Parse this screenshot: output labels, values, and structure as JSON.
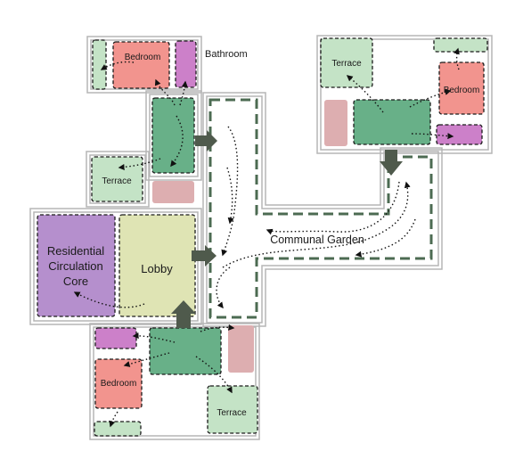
{
  "labels": {
    "bathroom": "Bathroom",
    "bedroom_top": "Bedroom",
    "terrace_left": "Terrace",
    "core": [
      "Residential",
      "Circulation",
      "Core"
    ],
    "lobby": "Lobby",
    "garden": "Communal Garden",
    "terrace_tr": "Terrace",
    "bedroom_tr": "Bedroom",
    "bedroom_bl": "Bedroom",
    "terrace_bottom": "Terrace"
  },
  "colors": {
    "bedroom": "#f2948e",
    "bathroom": "#cc80c9",
    "living": "#68b088",
    "terrace": "#c4e3c6",
    "storage": "#ddaeb0",
    "core": "#b58fcd",
    "lobby": "#dfe4b4",
    "wall": "#b5b5b5",
    "garden_border": "#4c6b52",
    "arrow": "#4f5a4c"
  }
}
